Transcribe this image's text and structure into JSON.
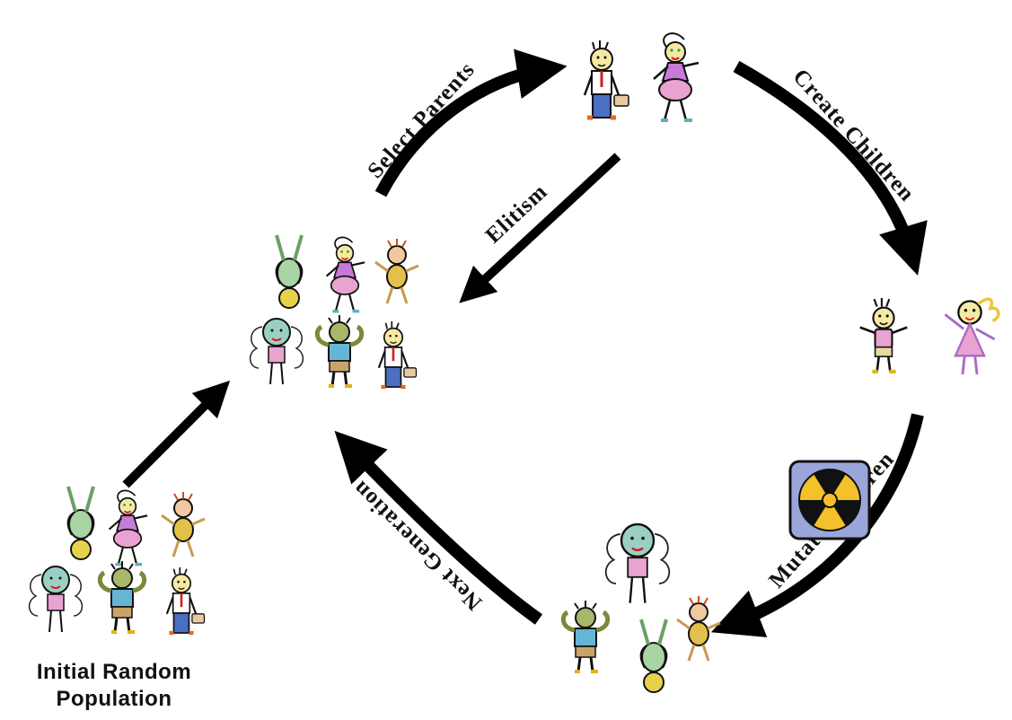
{
  "labels": {
    "select_parents": "Select Parents",
    "create_children": "Create Children",
    "elitism": "Elitism",
    "mutate_children": "Mutate Children",
    "next_generation": "Next Generation",
    "initial_line1": "Initial Random",
    "initial_line2": "Population"
  },
  "icons": [
    "parents-figure-icon",
    "children-figure-icon",
    "radiation-hazard-icon",
    "population-figures-icon"
  ],
  "colors": {
    "arrow": "#000000",
    "radiation_yellow": "#f4c12a",
    "radiation_bg": "#9aa6d9",
    "pink": "#e9a3d0",
    "purple": "#c77ad8",
    "blue": "#4b6fc2",
    "green": "#9fcf9a",
    "orange": "#e9a24a"
  }
}
